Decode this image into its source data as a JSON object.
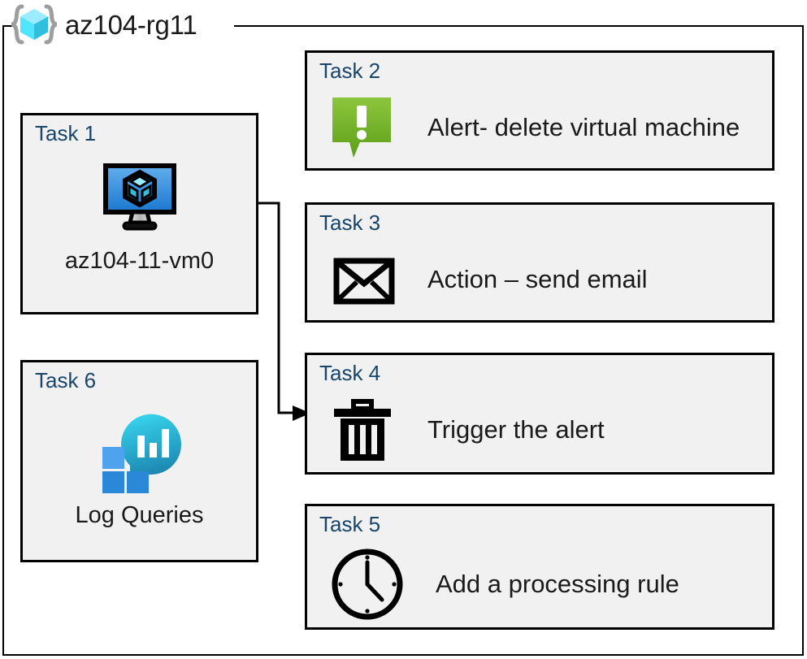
{
  "diagram": {
    "resource_group": {
      "icon": "resource-group-cube-icon",
      "name": "az104-rg11"
    },
    "colors": {
      "task_label": "#17456B",
      "card_fill": "#F1F1F1",
      "card_border": "#000000",
      "alert_green": "#76BC21",
      "vm_blue": "#1B78D0",
      "log_analytics_cyan": "#32D0E8",
      "log_analytics_blue": "#2B88D8"
    },
    "cards": [
      {
        "id": "task1",
        "label": "Task 1",
        "icon": "virtual-machine-icon",
        "caption": "az104-11-vm0",
        "text": ""
      },
      {
        "id": "task2",
        "label": "Task 2",
        "icon": "alert-exclamation-icon",
        "text": "Alert- delete virtual machine",
        "caption": ""
      },
      {
        "id": "task3",
        "label": "Task 3",
        "icon": "envelope-icon",
        "text": "Action – send email",
        "caption": ""
      },
      {
        "id": "task4",
        "label": "Task 4",
        "icon": "trash-can-icon",
        "text": "Trigger the alert",
        "caption": ""
      },
      {
        "id": "task5",
        "label": "Task 5",
        "icon": "clock-icon",
        "text": "Add a processing rule",
        "caption": ""
      },
      {
        "id": "task6",
        "label": "Task 6",
        "icon": "log-analytics-icon",
        "caption": "Log Queries",
        "text": ""
      }
    ],
    "connector": {
      "name": "vm-to-trigger-arrow",
      "from": "task1",
      "to": "task4"
    }
  }
}
